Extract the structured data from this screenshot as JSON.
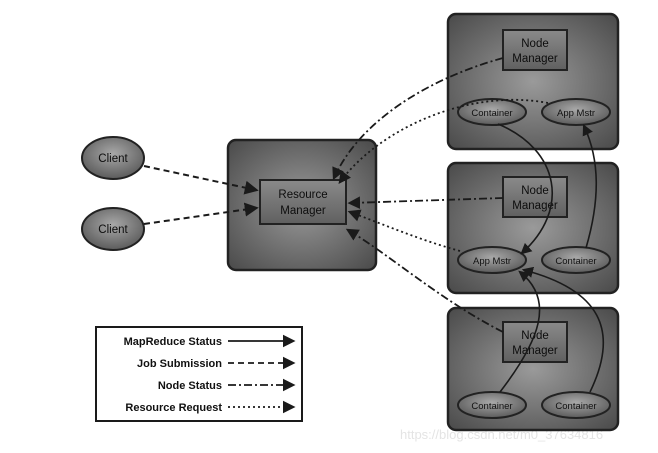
{
  "client_label": "Client",
  "resource_manager_label": [
    "Resource",
    "Manager"
  ],
  "node_manager_label": [
    "Node",
    "Manager"
  ],
  "container_label": "Container",
  "app_master_label": "App Mstr",
  "legend": {
    "mapreduce_status": "MapReduce Status",
    "job_submission": "Job Submission",
    "node_status": "Node Status",
    "resource_request": "Resource Request"
  },
  "watermark": "https://blog.csdn.net/m0_37634816"
}
